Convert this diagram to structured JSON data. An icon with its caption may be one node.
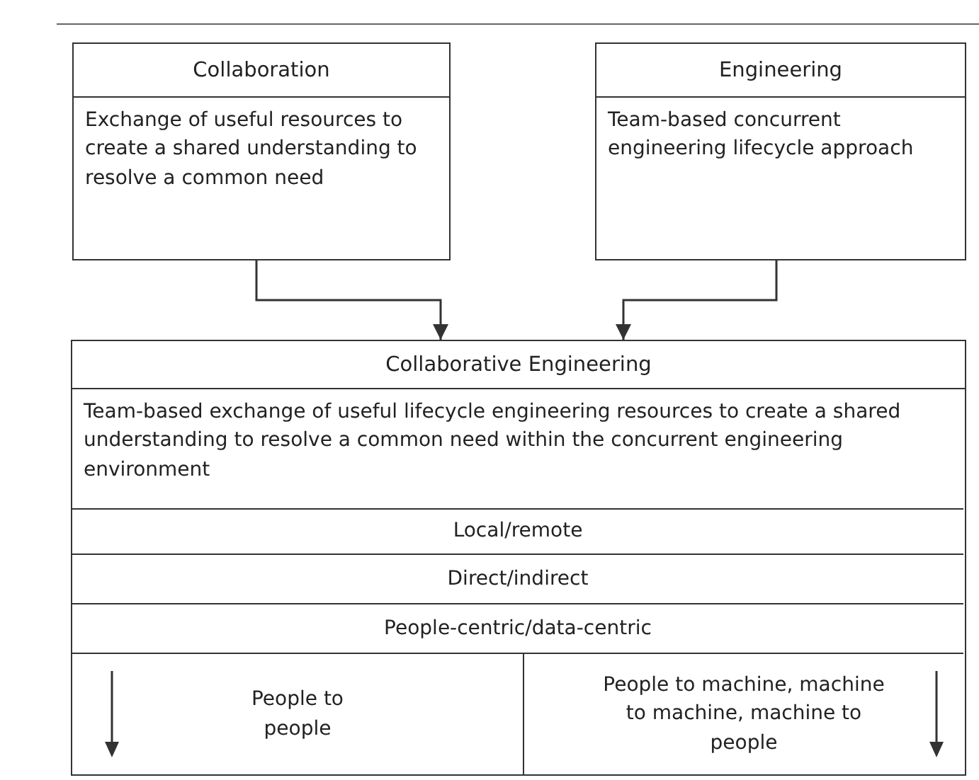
{
  "diagram": {
    "nodes": [
      {
        "text": [
          "Collaboration",
          "Exchange of useful resources to create a shared understanding to resolve a common need"
        ]
      },
      {
        "text": [
          "Engineering",
          "Team-based concurrent engineering lifecycle approach"
        ]
      },
      {
        "text": [
          "Collaborative Engineering",
          "Team-based exchange of useful lifecycle engineering resources to create a shared understanding to resolve a common need within the concurrent engineering environment"
        ]
      },
      {
        "text": [
          "Local/remote"
        ],
        "in": 2
      },
      {
        "text": [
          "Direct/indirect"
        ],
        "in": 2
      },
      {
        "text": [
          "People-centric/data-centric"
        ],
        "in": 2
      },
      {
        "text": [
          "People to people"
        ],
        "in": 2
      },
      {
        "text": [
          "People to machine, machine to machine, machine to people"
        ],
        "in": 2
      }
    ],
    "edges": [
      {
        "from": 0,
        "to": 2,
        "arrow": "to"
      },
      {
        "from": 1,
        "to": 2,
        "arrow": "to"
      }
    ]
  }
}
